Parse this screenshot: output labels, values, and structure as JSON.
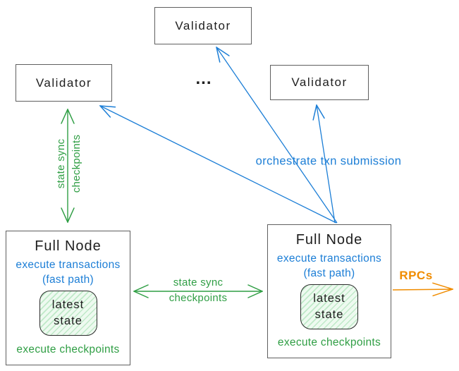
{
  "diagram": {
    "validator_top": {
      "label": "Validator"
    },
    "validator_left": {
      "label": "Validator"
    },
    "validator_right": {
      "label": "Validator"
    },
    "ellipsis": "...",
    "full_node_left": {
      "title": "Full Node",
      "execute_transactions": "execute transactions",
      "fast_path": "(fast path)",
      "latest_state_line1": "latest",
      "latest_state_line2": "state",
      "execute_checkpoints": "execute checkpoints"
    },
    "full_node_right": {
      "title": "Full Node",
      "execute_transactions": "execute transactions",
      "fast_path": "(fast path)",
      "latest_state_line1": "latest",
      "latest_state_line2": "state",
      "execute_checkpoints": "execute checkpoints"
    },
    "labels": {
      "state_sync_vertical_line1": "state sync",
      "state_sync_vertical_line2": "checkpoints",
      "state_sync_horizontal_line1": "state sync",
      "state_sync_horizontal_line2": "checkpoints",
      "orchestrate": "orchestrate txn submission",
      "rpcs": "RPCs"
    },
    "colors": {
      "green": "#2f9e44",
      "blue": "#1c7ed6",
      "orange": "#f08c00",
      "ink": "#1e1e1e",
      "box_border": "#5f5f5f",
      "state_fill": "#eefaf0",
      "state_hatch": "#bfe9c8"
    }
  }
}
